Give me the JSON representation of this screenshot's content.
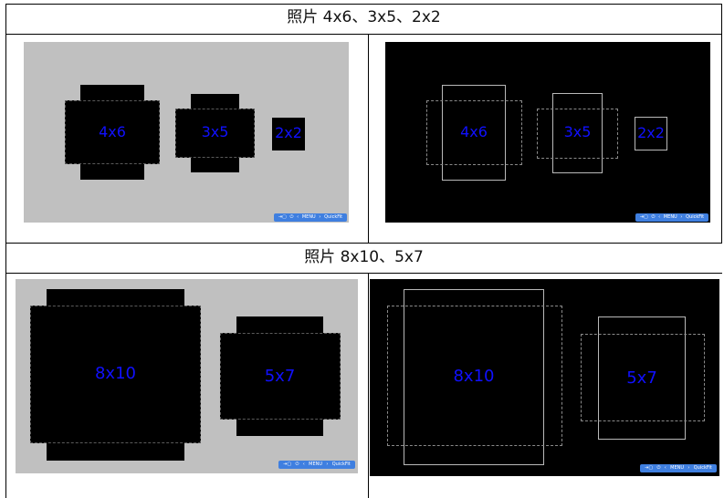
{
  "row1": {
    "header": "照片 4x6、3x5、2x2"
  },
  "row2": {
    "header": "照片 8x10、5x7"
  },
  "labels": {
    "l4x6": "4x6",
    "l3x5": "3x5",
    "l2x2": "2x2",
    "l8x10": "8x10",
    "l5x7": "5x7"
  },
  "osd": {
    "input_icon": "⇥▢",
    "power_icon": "⏻",
    "prev": "‹",
    "menu": "MENU",
    "next": "›",
    "quickfit": "QuickFit"
  },
  "colors": {
    "gray_panel": "#c0c0c0",
    "black_panel": "#000000",
    "label_blue": "#1010ff",
    "osd_blue": "#3f7fe0"
  }
}
